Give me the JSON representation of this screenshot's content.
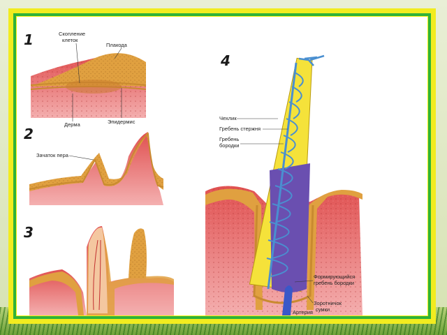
{
  "panels": {
    "p1": {
      "number": "1",
      "labels": {
        "cluster": [
          "Скопление",
          "клеток"
        ],
        "placode": "Плакода",
        "dermis": "Дерма",
        "epidermis": "Эпидермис"
      }
    },
    "p2": {
      "number": "2",
      "labels": {
        "bud": "Зачаток пера"
      }
    },
    "p3": {
      "number": "3"
    },
    "p4": {
      "number": "4",
      "labels": {
        "sheath": "Чехлик",
        "shaft_ridge": "Гребень стержня",
        "barb_ridge": [
          "Гребень",
          "бородки"
        ],
        "forming_ridge": [
          "Формирующийся",
          "гребень бородки"
        ],
        "follicle": [
          "Зоротничок",
          "сумки"
        ],
        "artery": "Артерия"
      }
    }
  },
  "colors": {
    "frame_yellow": "#f2ec1f",
    "frame_green": "#2fb23a",
    "epidermis": "#e0a040",
    "dermis": "#d84a4a",
    "feather_yellow": "#f5e23a",
    "pulp_purple": "#6a4fb0",
    "vessel_blue": "#4a8fd0"
  }
}
